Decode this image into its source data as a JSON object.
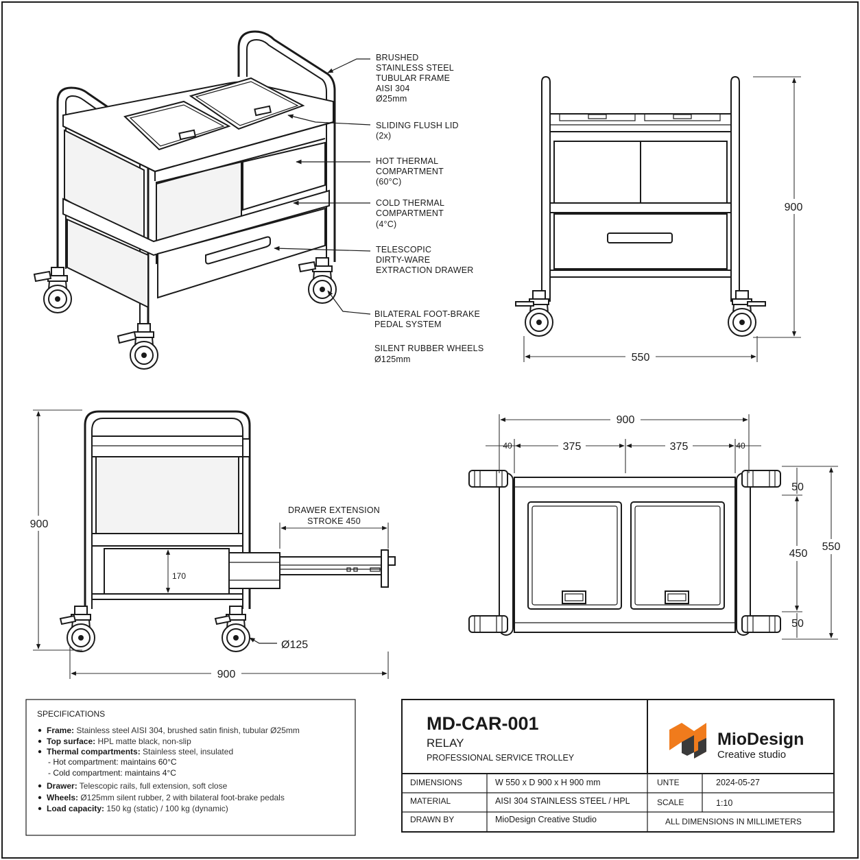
{
  "callouts": {
    "frame": [
      "BRUSHED",
      "STAINLESS STEEL",
      "TUBULAR FRAME",
      "AISI 304",
      "Ø25mm"
    ],
    "lid": [
      "SLIDING FLUSH LID",
      "(2x)"
    ],
    "hot": [
      "HOT THERMAL",
      "COMPARTMENT",
      "(60°C)"
    ],
    "cold": [
      "COLD THERMAL",
      "COMPARTMENT",
      "(4°C)"
    ],
    "drawer": [
      "TELESCOPIC",
      "DIRTY-WARE",
      "EXTRACTION DRAWER"
    ],
    "brake": [
      "BILATERAL FOOT-BRAKE",
      "PEDAL SYSTEM"
    ],
    "wheels": [
      "SILENT RUBBER WHEELS",
      "Ø125mm"
    ]
  },
  "front_view": {
    "height": "900",
    "width": "550"
  },
  "side_view": {
    "height": "900",
    "width": "900",
    "drawer_extension": [
      "DRAWER EXTENSION",
      "STROKE 450"
    ],
    "drawer_height": "170",
    "wheel_diameter": "Ø125"
  },
  "top_view": {
    "total_width": "900",
    "edge_left": "40",
    "bay_left": "375",
    "bay_right": "375",
    "edge_right": "40",
    "depth_total": "550",
    "depth_top": "50",
    "depth_mid": "450",
    "depth_bottom": "50"
  },
  "specifications": {
    "heading": "SPECIFICATIONS",
    "items": [
      {
        "label": "Frame:",
        "text": " Stainless steel AISI 304, brushed satin finish, tubular Ø25mm"
      },
      {
        "label": "Top surface:",
        "text": " HPL matte black, non-slip"
      },
      {
        "label": "Thermal compartments:",
        "text": " Stainless steel, insulated"
      },
      {
        "label": "",
        "text": "- Hot compartment: maintains 60°C"
      },
      {
        "label": "",
        "text": "- Cold compartment: maintains 4°C"
      },
      {
        "label": "Drawer:",
        "text": " Telescopic rails, full extension, soft close"
      },
      {
        "label": "Wheels:",
        "text": " Ø125mm silent rubber, 2 with bilateral foot-brake pedals"
      },
      {
        "label": "Load capacity:",
        "text": " 150 kg (static) / 100 kg (dynamic)"
      }
    ]
  },
  "title_block": {
    "code": "MD-CAR-001",
    "name": "RELAY",
    "subtitle": "PROFESSIONAL SERVICE TROLLEY",
    "brand": "MioDesign",
    "brand_sub": "Creative studio",
    "rows": [
      {
        "key": "DIMENSIONS",
        "value": "W 550 x D 900 x H 900 mm",
        "key2": "UNTE",
        "value2": "2024-05-27"
      },
      {
        "key": "MATERIAL",
        "value": "AISI 304 STAINLESS STEEL / HPL",
        "key2": "SCALE",
        "value2": "1:10"
      },
      {
        "key": "DRAWN BY",
        "value": "MioDesign Creative Studio",
        "key2": "",
        "value2": ""
      }
    ],
    "note": "ALL DIMENSIONS IN MILLIMETERS",
    "colors": {
      "logo_orange": "#f07b1c",
      "logo_dark": "#3a3a3a",
      "brand_text": "#2b2b2b"
    }
  }
}
